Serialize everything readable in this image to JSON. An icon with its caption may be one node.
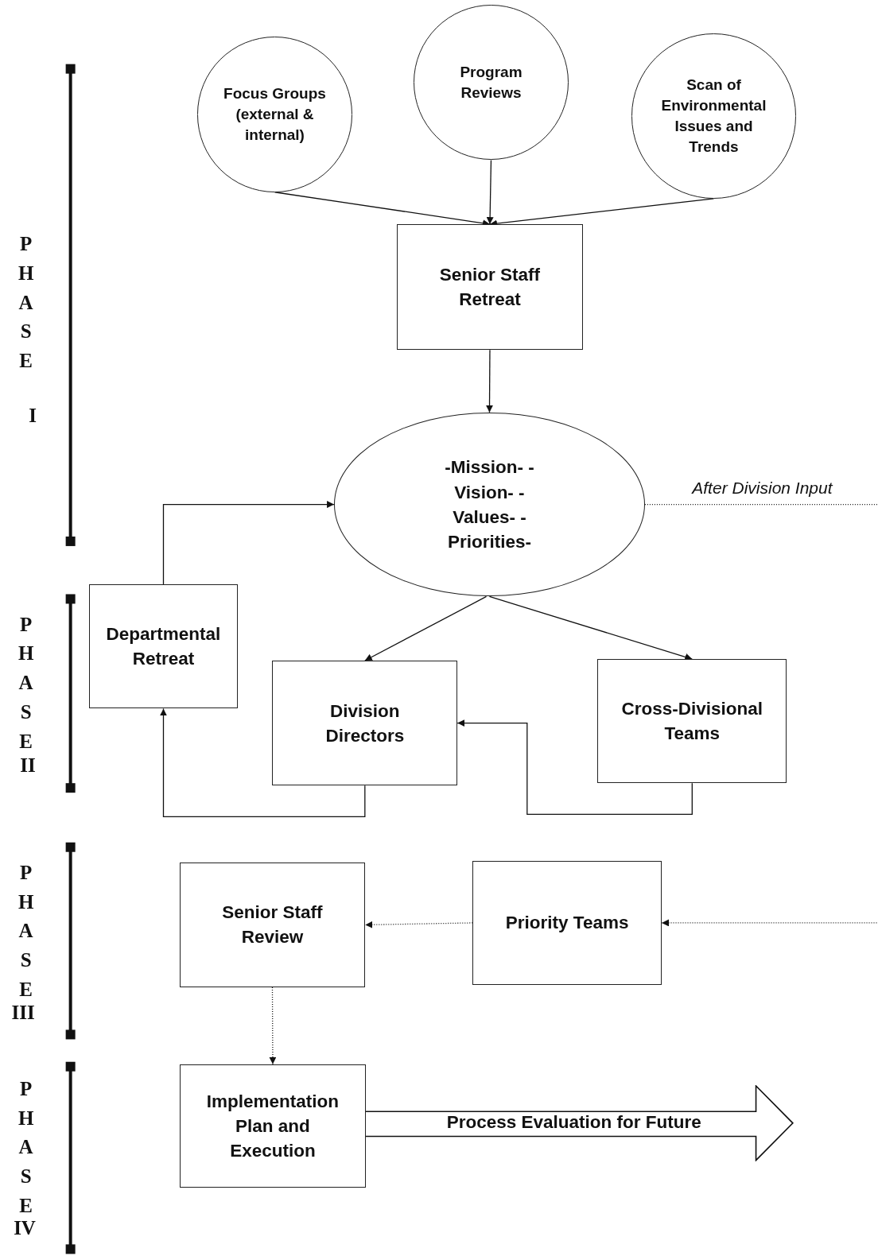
{
  "diagram": {
    "nodes": [
      {
        "text": [
          "Focus Groups (external & internal)"
        ]
      },
      {
        "text": [
          "Program Reviews"
        ]
      },
      {
        "text": [
          "Scan of Environmental Issues and Trends"
        ]
      },
      {
        "text": [
          "Senior Staff Retreat"
        ]
      },
      {
        "text": [
          "-Mission- -Vision- -Values- -Priorities-"
        ]
      },
      {
        "text": [
          "Departmental Retreat"
        ]
      },
      {
        "text": [
          "Division Directors"
        ]
      },
      {
        "text": [
          "Cross-Divisional Teams"
        ]
      },
      {
        "text": [
          "Senior Staff Review"
        ]
      },
      {
        "text": [
          "Priority Teams"
        ]
      },
      {
        "text": [
          "Implementation Plan and Execution"
        ]
      },
      {
        "text": [
          "Process Evaluation for Future"
        ]
      }
    ],
    "edges": [
      {
        "from": 0,
        "to": 3,
        "arrow": "to"
      },
      {
        "from": 1,
        "to": 3,
        "arrow": "to"
      },
      {
        "from": 2,
        "to": 3,
        "arrow": "to"
      },
      {
        "from": 3,
        "to": 4,
        "arrow": "to"
      },
      {
        "from": 4,
        "to": 6,
        "arrow": "to"
      },
      {
        "from": 4,
        "to": 7,
        "arrow": "to"
      },
      {
        "from": 6,
        "to": 5,
        "arrow": "to"
      },
      {
        "from": 7,
        "to": 6,
        "arrow": "to"
      },
      {
        "from": 5,
        "to": 4,
        "arrow": "to"
      },
      {
        "from": 4,
        "to": 9,
        "arrow": "to",
        "style": "dashed",
        "label": "After Division Input"
      },
      {
        "from": 9,
        "to": 8,
        "arrow": "to",
        "style": "dashed"
      },
      {
        "from": 8,
        "to": 10,
        "arrow": "to",
        "style": "dashed"
      }
    ],
    "labels": [
      "PHASE",
      "I",
      "PHASE",
      "II",
      "PHASE",
      "III",
      "PHASE",
      "IV"
    ]
  }
}
